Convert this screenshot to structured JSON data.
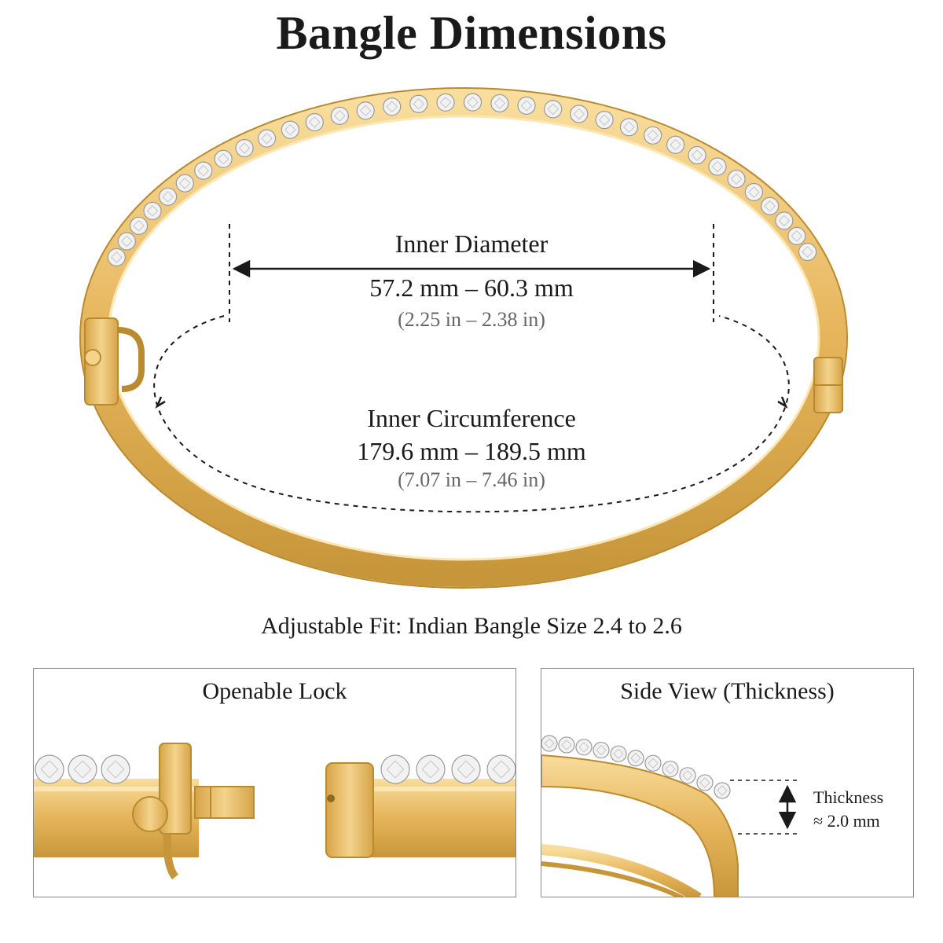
{
  "title": "Bangle Dimensions",
  "inner_diameter": {
    "label": "Inner Diameter",
    "metric": "57.2 mm – 60.3 mm",
    "imperial": "(2.25 in – 2.38 in)"
  },
  "inner_circumference": {
    "label": "Inner Circumference",
    "metric": "179.6 mm – 189.5 mm",
    "imperial": "(7.07 in – 7.46 in)"
  },
  "fit_note": "Adjustable Fit: Indian Bangle Size 2.4 to 2.6",
  "panels": {
    "lock": {
      "title": "Openable Lock"
    },
    "side_view": {
      "title": "Side View (Thickness)",
      "thickness_label": "Thickness",
      "thickness_value": "≈ 2.0 mm"
    }
  },
  "colors": {
    "gold": "#e9b85a",
    "gold_dark": "#b98a2e",
    "gold_light": "#f6d792",
    "diamond": "#f2f2f2",
    "text": "#1a1a1a",
    "subtext": "#666666"
  }
}
